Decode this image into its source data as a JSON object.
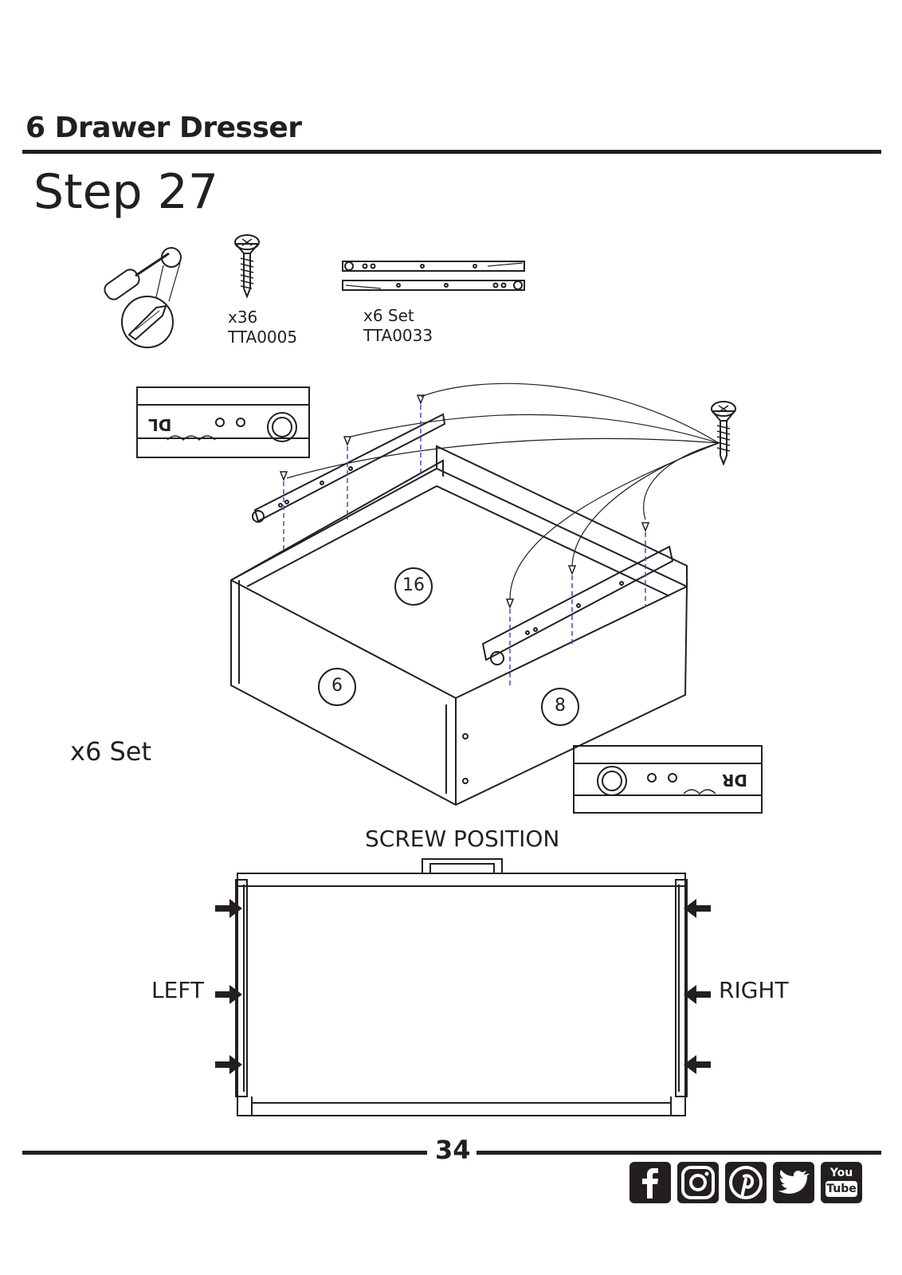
{
  "header": {
    "title": "6 Drawer Dresser",
    "step": "Step 27"
  },
  "parts": [
    {
      "qty": "x36",
      "code": "TTA0005",
      "icon": "screw-icon"
    },
    {
      "qty": "x6 Set",
      "code": "TTA0033",
      "icon": "drawer-slide-icon"
    }
  ],
  "tool_icon": "screwdriver-icon",
  "diagram": {
    "callouts": [
      "16",
      "6",
      "8"
    ],
    "rail_left_mark": "DL",
    "rail_right_mark": "DR",
    "set_label": "x6 Set"
  },
  "screw_position": {
    "title": "SCREW POSITION",
    "left": "LEFT",
    "right": "RIGHT"
  },
  "footer": {
    "page_number": "34",
    "social_icons": [
      "facebook-icon",
      "instagram-icon",
      "pinterest-icon",
      "twitter-icon",
      "youtube-icon"
    ],
    "youtube_text_top": "You",
    "youtube_text_bottom": "Tube"
  }
}
